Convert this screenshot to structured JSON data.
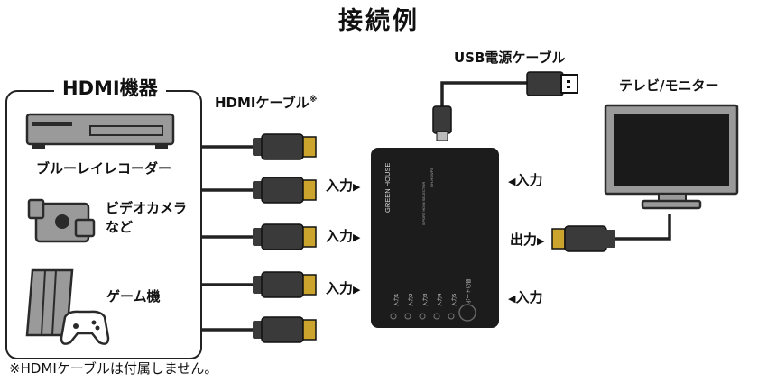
{
  "title": "接続例",
  "hdmi_devices": {
    "group_label": "HDMI機器",
    "blu_ray": "ブルーレイレコーダー",
    "video_camera_line1": "ビデオカメラ",
    "video_camera_line2": "など",
    "game": "ゲーム機"
  },
  "cable_labels": {
    "hdmi": "HDMIケーブル",
    "hdmi_mark": "※",
    "usb": "USB電源ケーブル"
  },
  "tv_label": "テレビ/モニター",
  "ports": {
    "input": "入力",
    "output": "出力",
    "arrow_right": "▶",
    "arrow_left": "◀"
  },
  "selector": {
    "brand": "GREEN HOUSE",
    "model": "5 PORT HDMI SELECTOR",
    "model_code": "GH-HSWF5",
    "port_labels": [
      "入力1",
      "入力2",
      "入力3",
      "入力4",
      "入力5"
    ],
    "button_label": "ポート切替"
  },
  "footnote": "※HDMIケーブルは付属しません。",
  "colors": {
    "device_dark": "#1c1c1c",
    "cable": "#222222",
    "plug_body": "#3a3a3a",
    "plug_tip": "#caa42d",
    "gray_device": "#9a9a9a",
    "tv_screen": "#1a1a1a"
  }
}
